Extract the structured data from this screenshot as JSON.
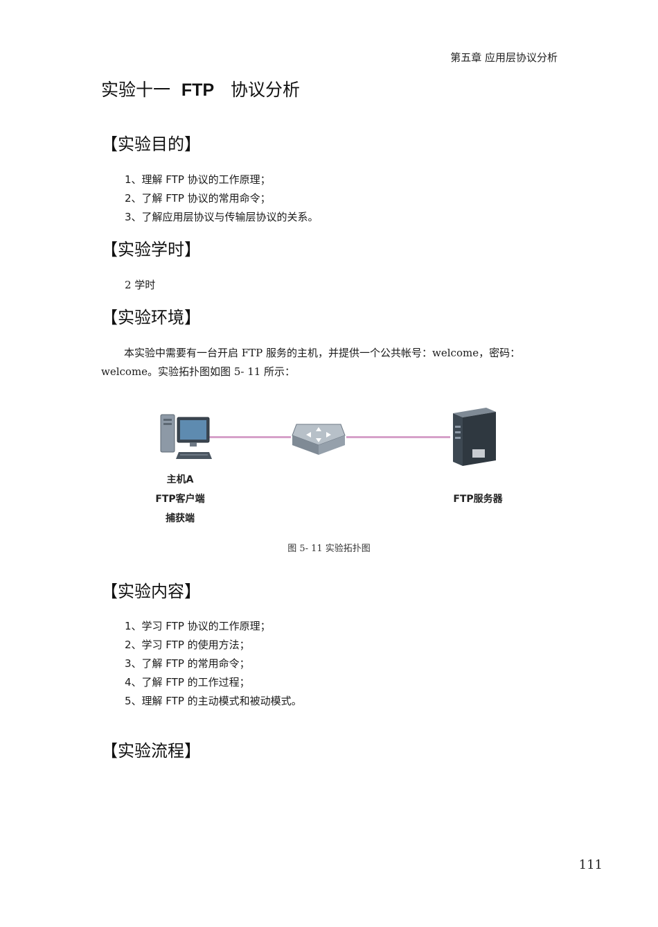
{
  "header": {
    "chapter": "第五章  应用层协议分析"
  },
  "title": {
    "prefix": "实验十一  ",
    "ftp": "FTP",
    "suffix": "   协议分析"
  },
  "sections": {
    "purpose": {
      "heading": "【实验目的】",
      "items": [
        "1、理解 FTP 协议的工作原理；",
        "2、了解 FTP 协议的常用命令；",
        "3、了解应用层协议与传输层协议的关系。"
      ]
    },
    "hours": {
      "heading": "【实验学时】",
      "text": "2 学时"
    },
    "environment": {
      "heading": "【实验环境】",
      "paragraph": "本实验中需要有一台开启 FTP 服务的主机，并提供一个公共帐号：welcome，密码：welcome。实验拓扑图如图 5- 11 所示："
    },
    "content": {
      "heading": "【实验内容】",
      "items": [
        "1、学习 FTP 协议的工作原理；",
        "2、学习 FTP 的使用方法；",
        "3、了解 FTP 的常用命令；",
        "4、了解 FTP 的工作过程；",
        "5、理解 FTP 的主动模式和被动模式。"
      ]
    },
    "flow": {
      "heading": "【实验流程】"
    }
  },
  "figure": {
    "host_label_1": "主机A",
    "host_label_2": "FTP客户端",
    "host_label_3": "捕获端",
    "server_label": "FTP服务器",
    "caption": "图 5- 11  实验拓扑图",
    "link_color": "#d6a1c9"
  },
  "page_number": "111"
}
